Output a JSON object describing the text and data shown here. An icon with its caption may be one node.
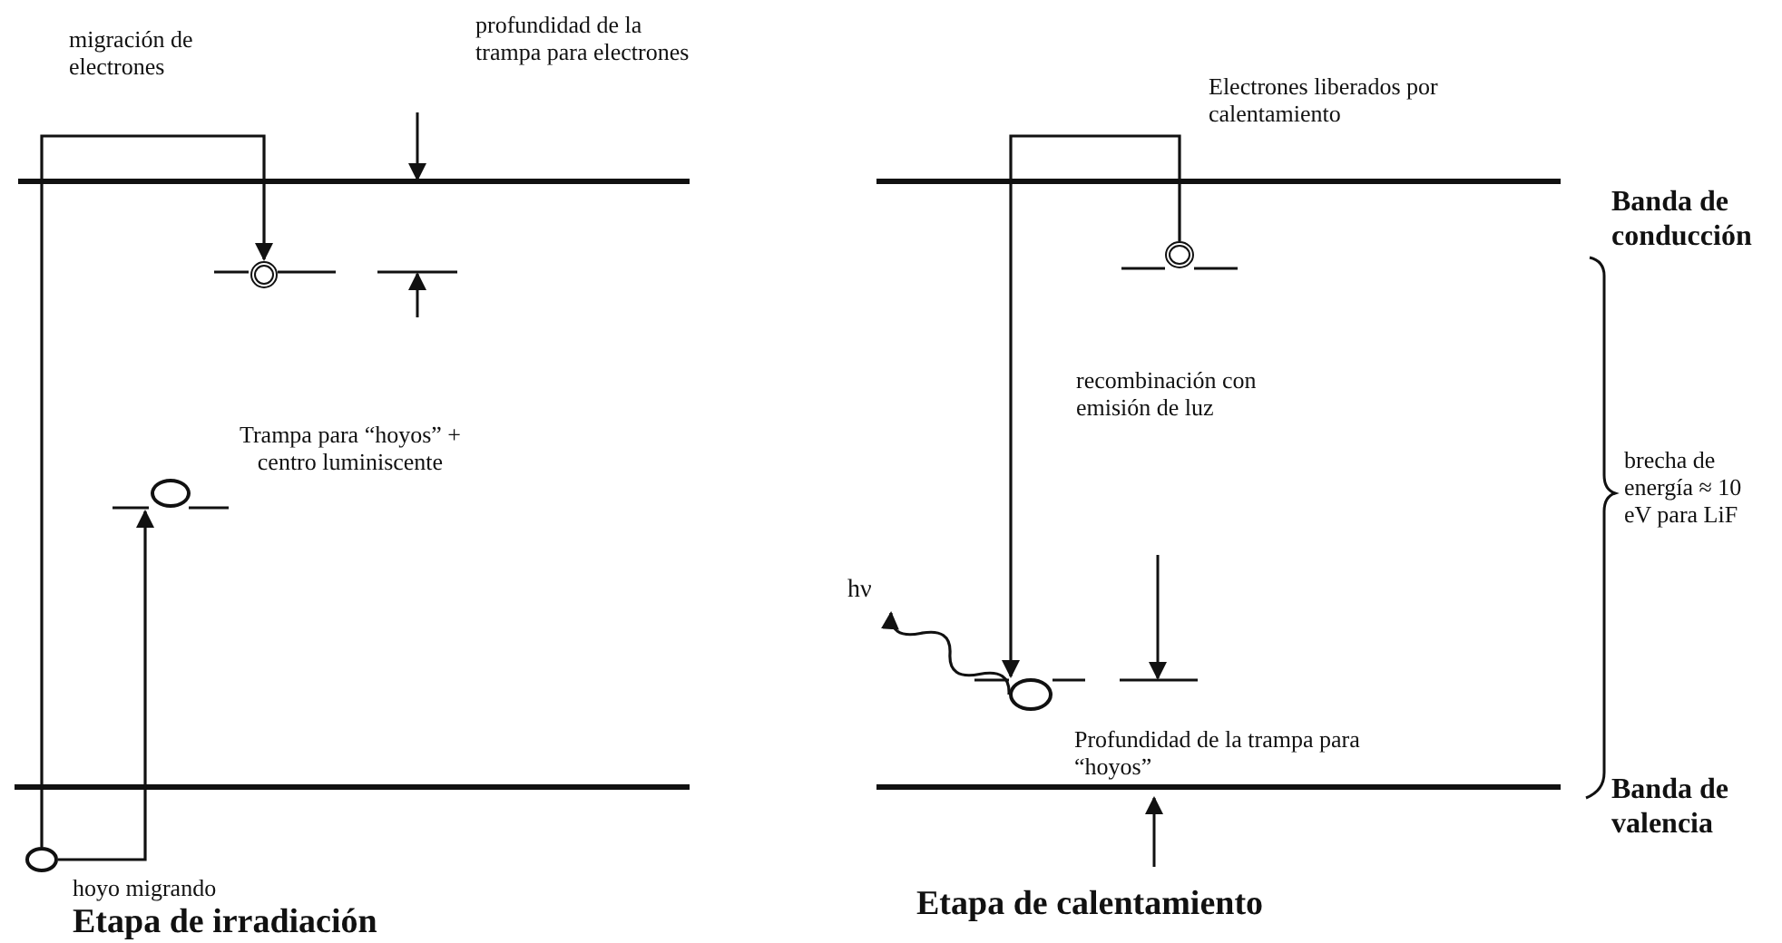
{
  "diagram": {
    "nodes": [
      {
        "text": [],
        "shape": "circle"
      },
      {
        "text": [],
        "shape": "circle",
        "beside": [
          "Trampa para “hoyos” + centro luminiscente"
        ]
      },
      {
        "text": [],
        "shape": "circle"
      },
      {
        "text": [],
        "shape": "circle"
      },
      {
        "text": [
          "hν"
        ]
      },
      {
        "text": [],
        "shape": "circle"
      }
    ],
    "edges": [
      {
        "from": 2,
        "to": 0,
        "arrow": "to",
        "label": "migración de electrones"
      },
      {
        "from": 2,
        "to": 1,
        "arrow": "to",
        "label": "hoyo migrando"
      },
      {
        "from": 3,
        "to": 5,
        "arrow": "to",
        "label": "Electrones liberados por calentamiento"
      },
      {
        "from": 5,
        "to": 4,
        "arrow": "to"
      }
    ],
    "labels": [
      "profundidad de la trampa para electrones",
      "Banda de conducción",
      "recombinación con emisión de luz",
      "brecha de energía ≈ 10 eV para LiF",
      "Profundidad de la trampa para “hoyos”",
      "Banda de valencia",
      "Etapa de irradiación",
      "Etapa de calentamiento"
    ]
  }
}
